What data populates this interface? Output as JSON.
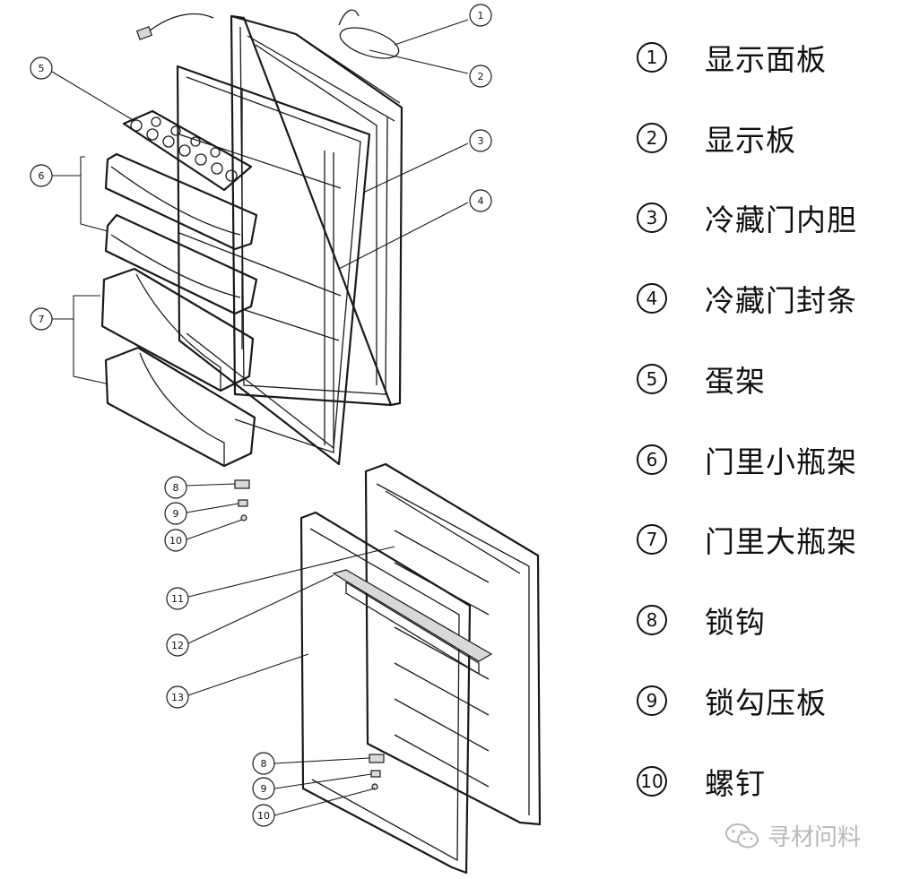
{
  "legend": [
    {
      "num": "1",
      "label": "显示面板"
    },
    {
      "num": "2",
      "label": "显示板"
    },
    {
      "num": "3",
      "label": "冷藏门内胆"
    },
    {
      "num": "4",
      "label": "冷藏门封条"
    },
    {
      "num": "5",
      "label": "蛋架"
    },
    {
      "num": "6",
      "label": "门里小瓶架"
    },
    {
      "num": "7",
      "label": "门里大瓶架"
    },
    {
      "num": "8",
      "label": "锁钩"
    },
    {
      "num": "9",
      "label": "锁勾压板"
    },
    {
      "num": "10",
      "label": "螺钉"
    }
  ],
  "callouts": [
    "1",
    "2",
    "3",
    "4",
    "5",
    "6",
    "7",
    "8",
    "9",
    "10",
    "11",
    "12",
    "13",
    "8",
    "9",
    "10"
  ],
  "watermark": {
    "text": "寻材问料",
    "icon": "wechat-icon"
  },
  "colors": {
    "line": "#1a1a1a",
    "watermark": "#b8b8b8"
  }
}
